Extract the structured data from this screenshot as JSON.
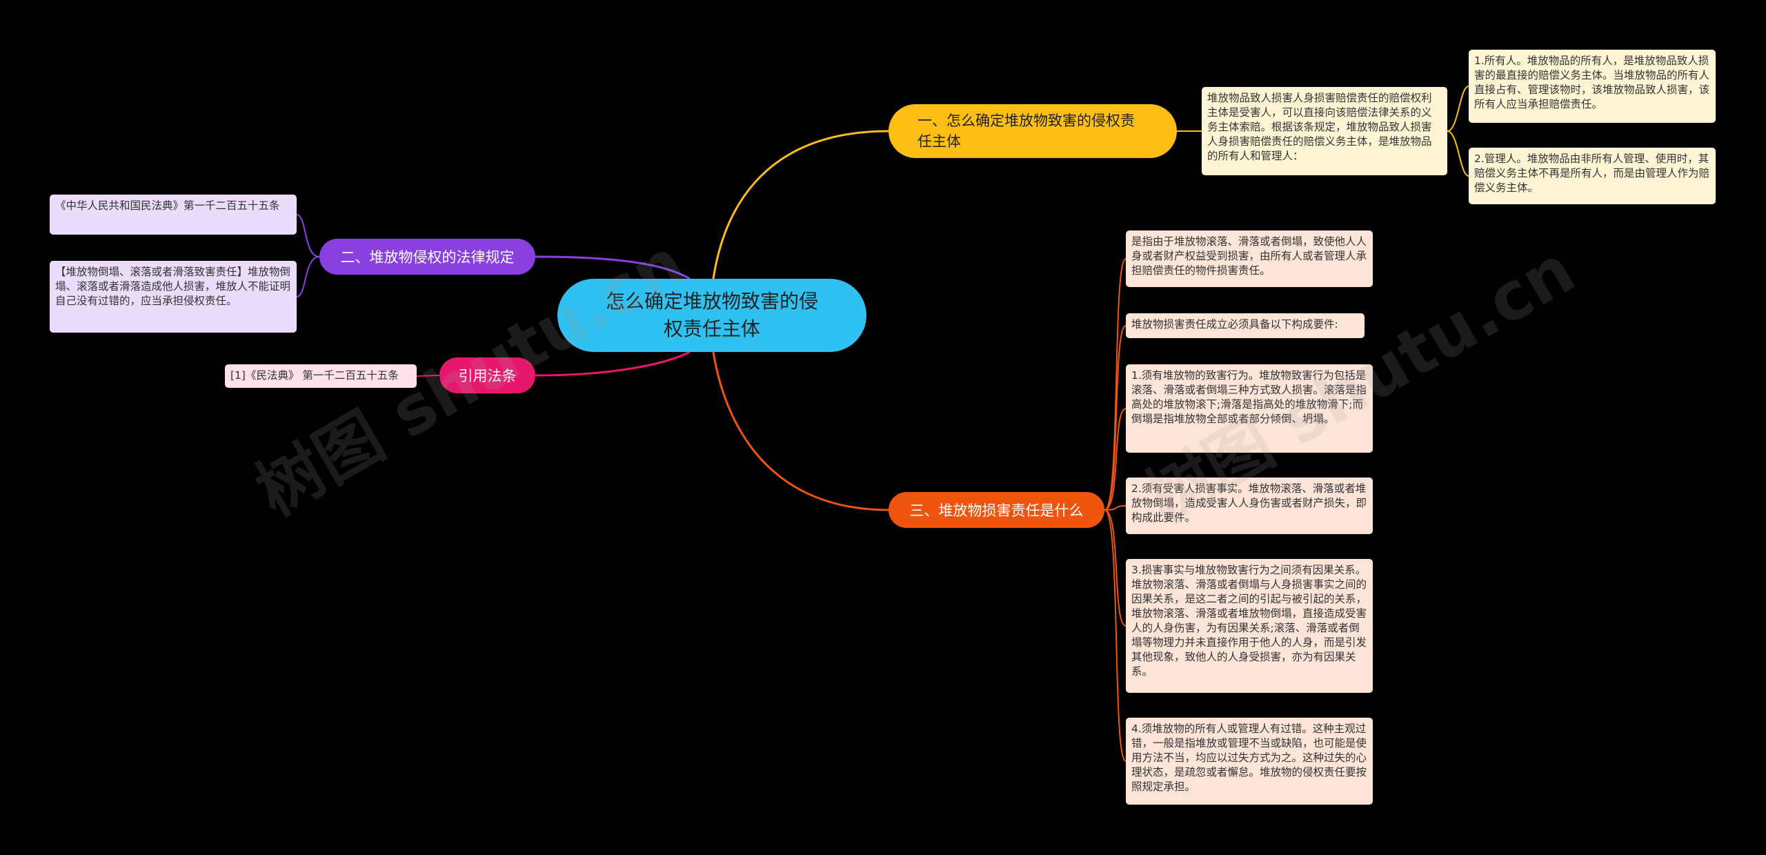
{
  "root": {
    "title": "怎么确定堆放物致害的侵权责任主体"
  },
  "branches": {
    "b1": {
      "label": "一、怎么确定堆放物致害的侵权责任主体",
      "color": "#ffbe14",
      "leaf": "堆放物品致人损害人身损害赔偿责任的赔偿权利主体是受害人，可以直接向该赔偿法律关系的义务主体索赔。根据该条规定，堆放物品致人损害人身损害赔偿责任的赔偿义务主体，是堆放物品的所有人和管理人：",
      "subleaves": [
        "1.所有人。堆放物品的所有人，是堆放物品致人损害的最直接的赔偿义务主体。当堆放物品的所有人直接占有、管理该物时，该堆放物品致人损害，该所有人应当承担赔偿责任。",
        "2.管理人。堆放物品由非所有人管理、使用时，其赔偿义务主体不再是所有人，而是由管理人作为赔偿义务主体。"
      ]
    },
    "b2": {
      "label": "二、堆放物侵权的法律规定",
      "color": "#8a3fe0",
      "leaves": [
        "《中华人民共和国民法典》第一千二百五十五条",
        "【堆放物倒塌、滚落或者滑落致害责任】堆放物倒塌、滚落或者滑落造成他人损害，堆放人不能证明自己没有过错的，应当承担侵权责任。"
      ]
    },
    "b3": {
      "label": "引用法条",
      "color": "#e8176e",
      "leaves": [
        "[1]《民法典》 第一千二百五十五条"
      ]
    },
    "b4": {
      "label": "三、堆放物损害责任是什么",
      "color": "#f0550f",
      "leaves": [
        "是指由于堆放物滚落、滑落或者倒塌，致使他人人身或者财产权益受到损害，由所有人或者管理人承担赔偿责任的物件损害责任。",
        "堆放物损害责任成立必须具备以下构成要件:",
        "1.须有堆放物的致害行为。堆放物致害行为包括是滚落、滑落或者倒塌三种方式致人损害。滚落是指高处的堆放物滚下;滑落是指高处的堆放物滑下;而倒塌是指堆放物全部或者部分倾倒、坍塌。",
        "2.须有受害人损害事实。堆放物滚落、滑落或者堆放物倒塌，造成受害人人身伤害或者财产损失，即构成此要件。",
        "3.损害事实与堆放物致害行为之间须有因果关系。堆放物滚落、滑落或者倒塌与人身损害事实之间的因果关系，是这二者之间的引起与被引起的关系，堆放物滚落、滑落或者堆放物倒塌，直接造成受害人的人身伤害，为有因果关系;滚落、滑落或者倒塌等物理力并未直接作用于他人的人身，而是引发其他现象，致他人的人身受损害，亦为有因果关系。",
        "4.须堆放物的所有人或管理人有过错。这种主观过错，一般是指堆放或管理不当或缺陷，也可能是使用方法不当，均应以过失方式为之。这种过失的心理状态，是疏忽或者懈怠。堆放物的侵权责任要按照规定承担。"
      ]
    }
  },
  "watermarks": [
    "树图 shutu.cn",
    "树图 shutu.cn"
  ]
}
